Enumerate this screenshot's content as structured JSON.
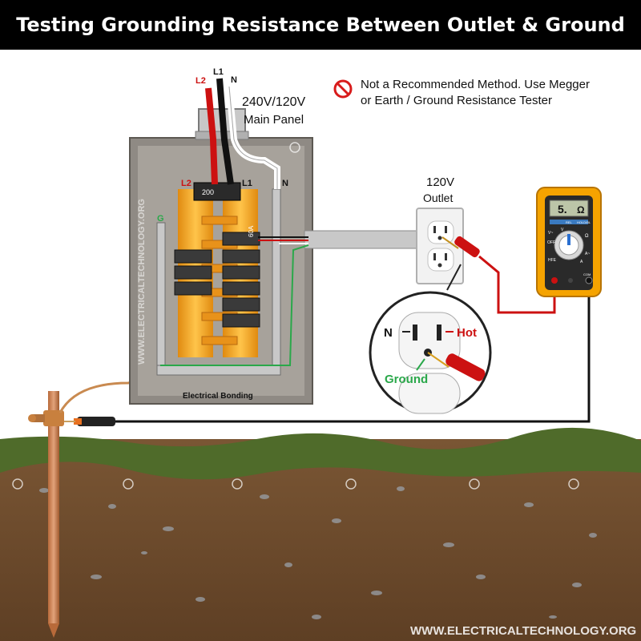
{
  "title": "Testing Grounding Resistance Between Outlet & Ground Rod",
  "notice": {
    "line1": "Not a Recommended Method. Use Megger",
    "line2": "or Earth / Ground Resistance Tester",
    "icon": "no-symbol-icon"
  },
  "panel": {
    "voltage_label": "240V/120V",
    "name_label": "Main Panel",
    "feed_labels": {
      "l1": "L1",
      "l2": "L2",
      "n": "N"
    },
    "bus_labels": {
      "l2": "L2",
      "l1": "L1",
      "n": "N",
      "g": "G"
    },
    "main_breaker_rating": "200",
    "branch_breaker_rating": "60A",
    "bonding_label": "Electrical Bonding",
    "watermark": "WWW.ELECTRICALTECHNOLOGY.ORG"
  },
  "outlet": {
    "voltage_label": "120V",
    "name_label": "Outlet",
    "zoom": {
      "neutral": "N",
      "hot": "Hot",
      "ground": "Ground"
    }
  },
  "meter": {
    "display": "5.",
    "unit": "Ω",
    "dial_marks": [
      "REL",
      "HOLD/BL",
      "OFF",
      "V~",
      "V",
      "Ω",
      "HFE",
      "A~",
      "A",
      "COM"
    ]
  },
  "footer_watermark": "WWW.ELECTRICALTECHNOLOGY.ORG",
  "colors": {
    "hot": "#cc1111",
    "line1": "#111111",
    "neutral": "#ffffff",
    "ground": "#2aa84a",
    "bus": "#f2a51c",
    "meter_body": "#f5a300",
    "soil": "#6b4a2c",
    "grass": "#4f6b2a"
  }
}
